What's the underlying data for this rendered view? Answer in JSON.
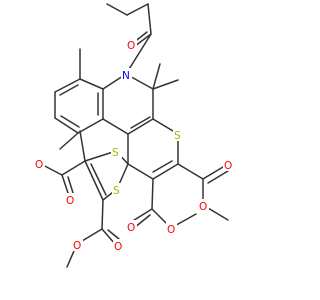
{
  "molecule": {
    "atoms": {
      "O_butanoyl": {
        "symbol": "O",
        "color": "#ff0000"
      },
      "N_amide": {
        "symbol": "N",
        "color": "#0000ff"
      },
      "S_thiopyran": {
        "symbol": "S",
        "color": "#b2b200"
      },
      "S_dithiole_1": {
        "symbol": "S",
        "color": "#b2b200"
      },
      "S_dithiole_2": {
        "symbol": "S",
        "color": "#b2b200"
      },
      "O_ester_a_carbonyl": {
        "symbol": "O",
        "color": "#ff0000"
      },
      "O_ester_a_ether": {
        "symbol": "O",
        "color": "#ff0000"
      },
      "O_ester_b_carbonyl": {
        "symbol": "O",
        "color": "#ff0000"
      },
      "O_ester_b_ether": {
        "symbol": "O",
        "color": "#ff0000"
      },
      "O_ester_c_carbonyl": {
        "symbol": "O",
        "color": "#ff0000"
      },
      "O_ester_c_ether": {
        "symbol": "O",
        "color": "#ff0000"
      },
      "O_ester_d_carbonyl": {
        "symbol": "O",
        "color": "#ff0000"
      },
      "O_ester_d_ether": {
        "symbol": "O",
        "color": "#ff0000"
      }
    },
    "bond_color": "#333333"
  }
}
